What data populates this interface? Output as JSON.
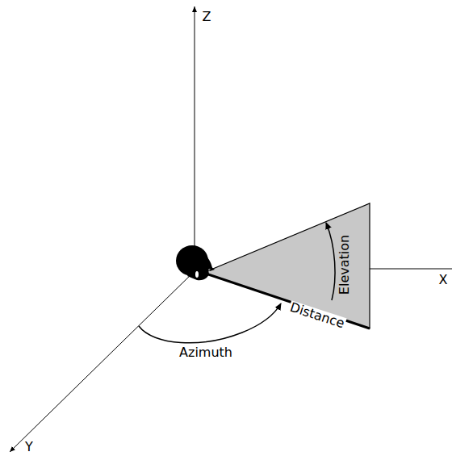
{
  "diagram": {
    "labels": [
      "Z",
      "X",
      "Y",
      "Azimuth",
      "Distance",
      "Elevation"
    ]
  }
}
